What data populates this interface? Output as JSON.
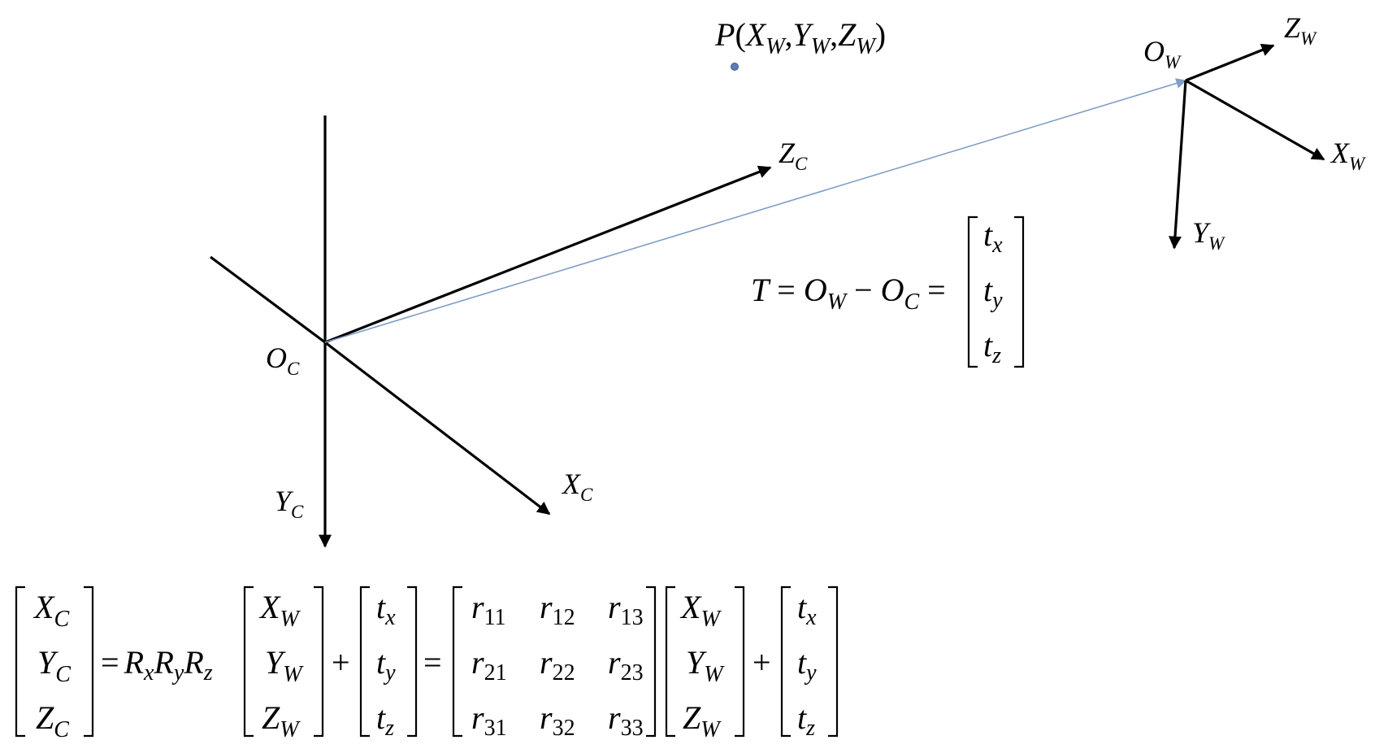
{
  "point": {
    "P": "P",
    "open": "(",
    "X": "X",
    "Xsub": "W",
    "c1": ",",
    "Y": "Y",
    "Ysub": "W",
    "c2": ",",
    "Z": "Z",
    "Zsub": "W",
    "close": ")",
    "dot_color": "#5b7fb3"
  },
  "camera_frame": {
    "origin": {
      "main": "O",
      "sub": "C"
    },
    "axes": [
      {
        "id": "z",
        "main": "Z",
        "sub": "C"
      },
      {
        "id": "x",
        "main": "X",
        "sub": "C"
      },
      {
        "id": "y",
        "main": "Y",
        "sub": "C"
      }
    ]
  },
  "world_frame": {
    "origin": {
      "main": "O",
      "sub": "W"
    },
    "axes": [
      {
        "id": "z",
        "main": "Z",
        "sub": "W"
      },
      {
        "id": "x",
        "main": "X",
        "sub": "W"
      },
      {
        "id": "y",
        "main": "Y",
        "sub": "W"
      }
    ]
  },
  "translation_vector": {
    "color": "#7f9fc4"
  },
  "translation_equation": {
    "T": "T",
    "eq1": "=",
    "Ow": "O",
    "OwSub": "W",
    "minus": "−",
    "Oc": "O",
    "OcSub": "C",
    "eq2": "=",
    "entries": [
      {
        "main": "t",
        "sub": "x"
      },
      {
        "main": "t",
        "sub": "y"
      },
      {
        "main": "t",
        "sub": "z"
      }
    ]
  },
  "main_equation": {
    "lhs": [
      {
        "main": "X",
        "sub": "C"
      },
      {
        "main": "Y",
        "sub": "C"
      },
      {
        "main": "Z",
        "sub": "C"
      }
    ],
    "eq1": "=",
    "rotations": [
      {
        "main": "R",
        "sub": "x"
      },
      {
        "main": "R",
        "sub": "y"
      },
      {
        "main": "R",
        "sub": "z"
      }
    ],
    "world": [
      {
        "main": "X",
        "sub": "W"
      },
      {
        "main": "Y",
        "sub": "W"
      },
      {
        "main": "Z",
        "sub": "W"
      }
    ],
    "plus": "+",
    "t": [
      {
        "main": "t",
        "sub": "x"
      },
      {
        "main": "t",
        "sub": "y"
      },
      {
        "main": "t",
        "sub": "z"
      }
    ],
    "eq2": "=",
    "r": [
      [
        {
          "main": "r",
          "sub": "11"
        },
        {
          "main": "r",
          "sub": "12"
        },
        {
          "main": "r",
          "sub": "13"
        }
      ],
      [
        {
          "main": "r",
          "sub": "21"
        },
        {
          "main": "r",
          "sub": "22"
        },
        {
          "main": "r",
          "sub": "23"
        }
      ],
      [
        {
          "main": "r",
          "sub": "31"
        },
        {
          "main": "r",
          "sub": "32"
        },
        {
          "main": "r",
          "sub": "33"
        }
      ]
    ]
  }
}
